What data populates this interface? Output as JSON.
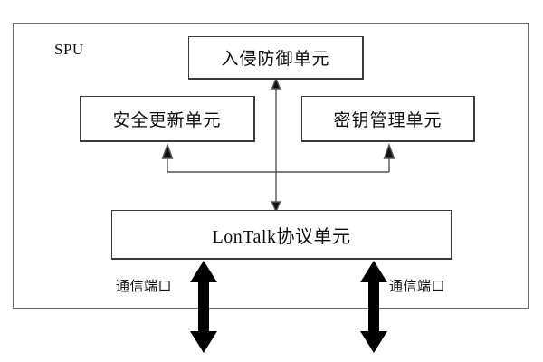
{
  "diagram": {
    "type": "block-diagram",
    "title": "SPU",
    "container": {
      "label": "SPU",
      "name": "spu-frame"
    },
    "blocks": [
      {
        "id": "intrusion-prevention-unit",
        "label": "入侵防御单元"
      },
      {
        "id": "security-update-unit",
        "label": "安全更新单元"
      },
      {
        "id": "key-management-unit",
        "label": "密钥管理单元"
      },
      {
        "id": "lontalk-protocol-unit",
        "label": "LonTalk协议单元"
      }
    ],
    "ports": [
      {
        "id": "communication-port-left",
        "label": "通信端口"
      },
      {
        "id": "communication-port-right",
        "label": "通信端口"
      }
    ],
    "connections": [
      {
        "from": "lontalk-protocol-unit",
        "to": "intrusion-prevention-unit",
        "style": "double-arrow"
      },
      {
        "from": "lontalk-protocol-unit",
        "to": "security-update-unit",
        "style": "arrow-up"
      },
      {
        "from": "lontalk-protocol-unit",
        "to": "key-management-unit",
        "style": "arrow-up"
      },
      {
        "from": "lontalk-protocol-unit",
        "to": "communication-port-left",
        "style": "thick-double-arrow"
      },
      {
        "from": "lontalk-protocol-unit",
        "to": "communication-port-right",
        "style": "thick-double-arrow"
      }
    ],
    "colors": {
      "background": "#ffffff",
      "frame_stroke": "#6b6b6b",
      "box_stroke": "#3a3a3a",
      "line_stroke": "#555555",
      "port_arrow_fill": "#000000",
      "text": "#0d0d0d"
    }
  }
}
